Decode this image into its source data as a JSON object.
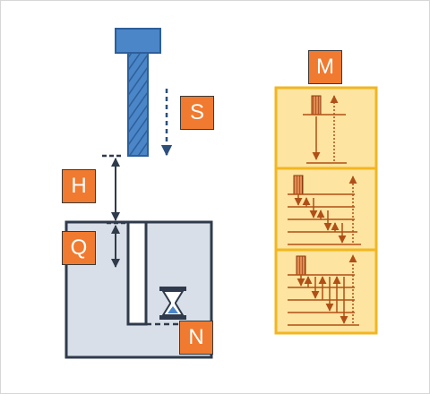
{
  "labels": {
    "speed": "S",
    "height": "H",
    "depth": "Q",
    "dwell": "N",
    "mode": "M"
  },
  "icons": {
    "tool": "drill-bit-icon",
    "timer": "hourglass-icon"
  },
  "colors": {
    "label_fill": "#f07a2f",
    "tool_fill": "#4a86c8",
    "dark_line": "#2f3b4c",
    "workpiece_fill": "#d9dfe8",
    "panel_fill": "#fde4a0",
    "panel_border": "#f2b61f",
    "panel_line": "#b04f16"
  }
}
